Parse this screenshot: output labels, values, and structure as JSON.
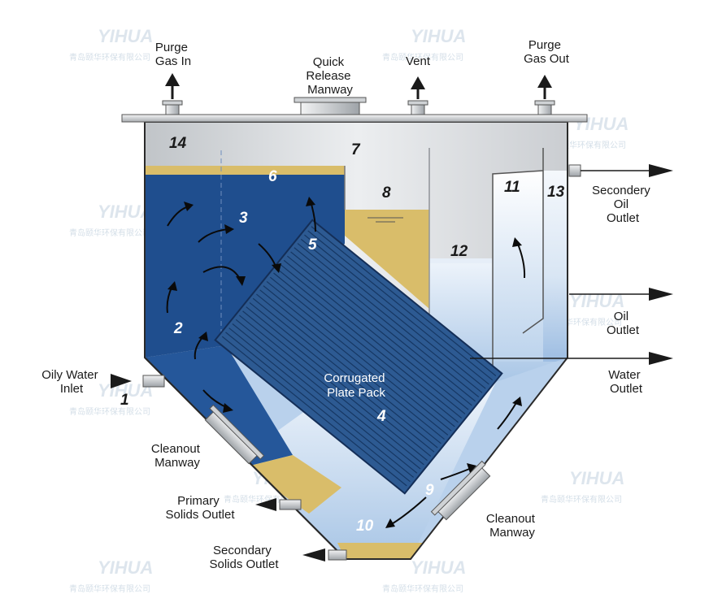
{
  "labels": {
    "purge_gas_in": [
      "Purge",
      "Gas In"
    ],
    "quick_release_manway": [
      "Quick",
      "Release",
      "Manway"
    ],
    "vent": [
      "Vent"
    ],
    "purge_gas_out": [
      "Purge",
      "Gas Out"
    ],
    "secondary_oil_outlet": [
      "Secondery",
      "Oil",
      "Outlet"
    ],
    "oil_outlet": [
      "Oil",
      "Outlet"
    ],
    "water_outlet": [
      "Water",
      "Outlet"
    ],
    "oily_water_inlet": [
      "Oily Water",
      "Inlet"
    ],
    "cleanout_manway_left": [
      "Cleanout",
      "Manway"
    ],
    "primary_solids_outlet": [
      "Primary",
      "Solids Outlet"
    ],
    "secondary_solids_outlet": [
      "Secondary",
      "Solids Outlet"
    ],
    "cleanout_manway_right": [
      "Cleanout",
      "Manway"
    ],
    "corrugated_plate_pack": [
      "Corrugated",
      "Plate Pack"
    ]
  },
  "numbers": {
    "n1": "1",
    "n2": "2",
    "n3": "3",
    "n4": "4",
    "n5": "5",
    "n6": "6",
    "n7": "7",
    "n8": "8",
    "n9": "9",
    "n10": "10",
    "n11": "11",
    "n12": "12",
    "n13": "13",
    "n14": "14"
  },
  "watermark": {
    "latin": "YIHUA",
    "chinese": "青岛颐华环保有限公司"
  },
  "colors": {
    "deep_blue": "#1f4e8e",
    "plate_blue": "#2d5a92",
    "light_blue": "#cfe0f2",
    "sediment": "#d9bd6a",
    "steel": "#d4d6d8",
    "outline": "#2a2a2a"
  }
}
